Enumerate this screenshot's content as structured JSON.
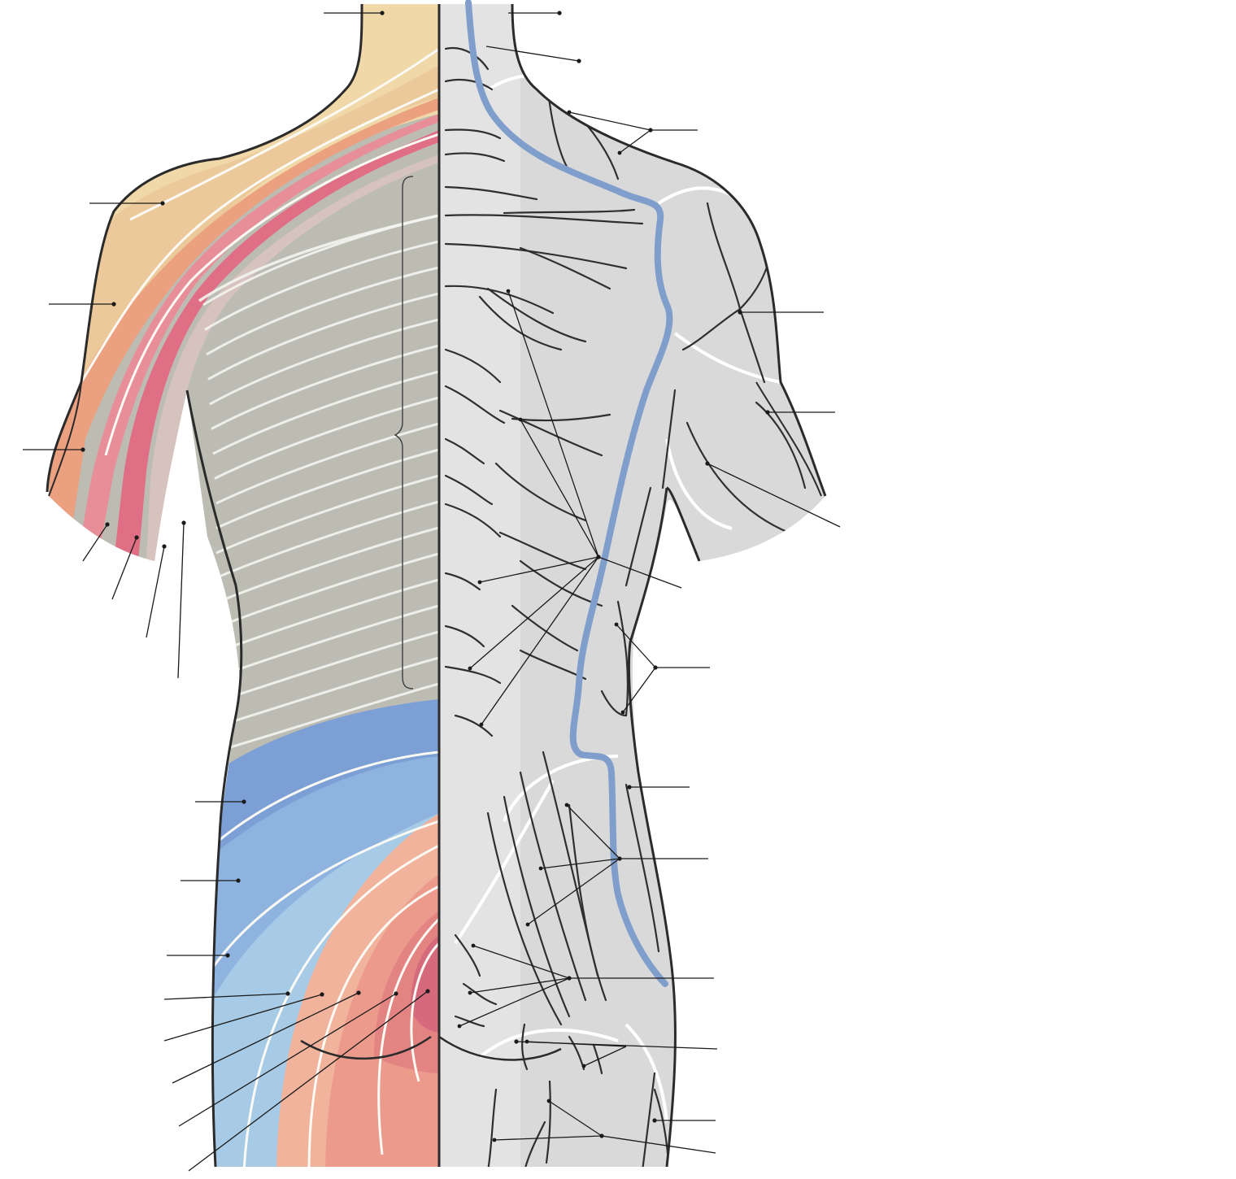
{
  "figure": {
    "subject": "dermatome-and-cutaneous-nerve-map-posterior-trunk",
    "label_text_visible": false,
    "colors": {
      "background": "#ffffff",
      "outline": "#2b2b2b",
      "leader_line": "#1a1a1a",
      "skin_grey": "#d9d9d9",
      "skin_grey_light": "#e6e6e6",
      "thoracic_band": "#bdbcb3",
      "cervical_yellow": "#f0d8a8",
      "cervical_tan": "#ecc99a",
      "cervical_orange": "#eba07f",
      "cervical_pink": "#e78e98",
      "lumbar_blue": "#7c9fd6",
      "lumbar_blue_mid": "#8eb3df",
      "sacral_light_blue": "#a7cbe6",
      "sacral_salmon": "#ec9a8c",
      "sacral_rose": "#d46a7c",
      "midline_curve": "#7f9ecb",
      "nerve_branch": "#2f2f2f",
      "band_separator": "#f4f4f0"
    },
    "regions": [
      {
        "id": "cervical",
        "icon": "color-band"
      },
      {
        "id": "thoracic",
        "icon": "color-band"
      },
      {
        "id": "lumbar",
        "icon": "color-band"
      },
      {
        "id": "sacral",
        "icon": "color-band"
      },
      {
        "id": "cutaneous-nerves-half",
        "icon": "nerve-branches"
      }
    ]
  }
}
